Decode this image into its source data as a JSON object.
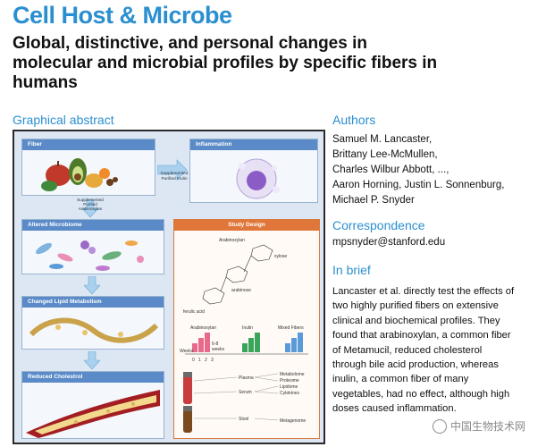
{
  "journal": "Cell Host & Microbe",
  "title_lines": [
    "Global, distinctive, and personal changes in",
    "molecular and microbial profiles by specific fibers in",
    "humans"
  ],
  "graphical_abstract": {
    "heading": "Graphical abstract",
    "panels": {
      "fiber": "Fiber",
      "inflammation": "Inflammation",
      "altered_microbiome": "Altered Microbiome",
      "changed_lipid": "Changed Lipid Metabolism",
      "reduced_cholesterol": "Reduced Cholestrol",
      "study_design": "Study Design"
    },
    "supplemented_inulin": [
      "Supplemented",
      "Purified Inulin"
    ],
    "supplemented_arabinoxylan": [
      "Supplemented",
      "Purified",
      "Arabinoxylan"
    ],
    "chem_labels": {
      "arabinoxylan": "Arabinoxylan",
      "xylose": "xylose",
      "ferulic_acid": "ferulic acid",
      "arabinose": "arabinose"
    },
    "study_groups": [
      "Arabinoxylan",
      "Inulin",
      "Mixed Fibers"
    ],
    "week_label": "Weeks",
    "week_ticks": [
      "0",
      "1",
      "2",
      "3"
    ],
    "washout": [
      "6-8",
      "weeks"
    ],
    "sample_types": [
      "Plasma",
      "Serum",
      "Stool"
    ],
    "omics": [
      "Metabolome",
      "Proteome",
      "Lipidome",
      "Cytokines",
      "Metagenome"
    ]
  },
  "authors": {
    "heading": "Authors",
    "lines": [
      "Samuel M. Lancaster,",
      "Brittany Lee-McMullen,",
      "Charles Wilbur Abbott, ...,",
      "Aaron Horning, Justin L. Sonnenburg,",
      "Michael P. Snyder"
    ]
  },
  "correspondence": {
    "heading": "Correspondence",
    "email": "mpsnyder@stanford.edu"
  },
  "in_brief": {
    "heading": "In brief",
    "lines": [
      "Lancaster et al. directly test the effects of",
      "two highly purified fibers on extensive",
      "clinical and biochemical profiles. They",
      "found that arabinoxylan, a common fiber",
      "of Metamucil, reduced cholesterol",
      "through bile acid production, whereas",
      "inulin, a common fiber of many",
      "vegetables, had no effect, although high",
      "doses caused inflammation."
    ]
  },
  "watermark": "中国生物技术网",
  "colors": {
    "journal_blue": "#2a8fd0",
    "panel_header_blue": "#5a8ac8",
    "study_orange": "#e0763a"
  }
}
